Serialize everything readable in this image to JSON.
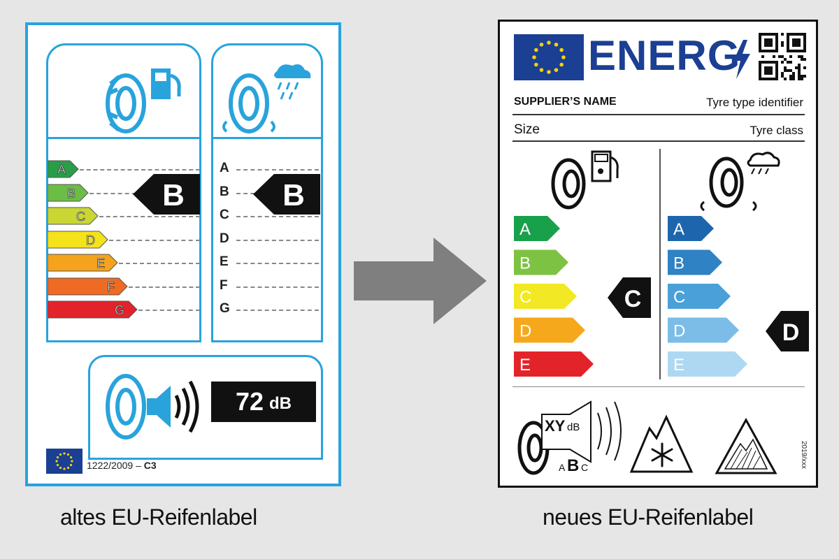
{
  "old_label": {
    "fuel_classes": [
      "A",
      "B",
      "C",
      "D",
      "E",
      "F",
      "G"
    ],
    "fuel_class_colors": [
      "#2a9d48",
      "#6cbd45",
      "#c9d634",
      "#f4e31b",
      "#f5a31c",
      "#ef6a22",
      "#e2232b"
    ],
    "fuel_rating": "B",
    "wet_classes": [
      "A",
      "B",
      "C",
      "D",
      "E",
      "F",
      "G"
    ],
    "wet_rating": "B",
    "noise_value": "72",
    "noise_unit": "dB",
    "regulation": "1222/2009 –",
    "tyre_class": "C3",
    "border_color": "#29a3dc",
    "icons": [
      "fuel-tyre-icon",
      "wet-grip-tyre-icon",
      "noise-tyre-icon",
      "eu-flag-icon"
    ]
  },
  "old_caption": "altes EU-Reifenlabel",
  "arrow_color": "#7f7f7f",
  "new_label": {
    "energy_title": "ENERG",
    "supplier": "SUPPLIER’S NAME",
    "type_id": "Tyre type identifier",
    "size": "Size",
    "tyre_class": "Tyre class",
    "fuel_classes": [
      "A",
      "B",
      "C",
      "D",
      "E"
    ],
    "fuel_class_colors": [
      "#19a04b",
      "#7dc242",
      "#f2e823",
      "#f6a81d",
      "#e3232a"
    ],
    "fuel_rating": "C",
    "wet_classes": [
      "A",
      "B",
      "C",
      "D",
      "E"
    ],
    "wet_class_colors": [
      "#1d66ae",
      "#2f82c3",
      "#4aa0d8",
      "#7bbde6",
      "#aed8f2"
    ],
    "wet_rating": "D",
    "noise_xy": "XY",
    "noise_unit": "dB",
    "noise_class_a": "A",
    "noise_class_b": "B",
    "noise_class_c": "C",
    "regulation": "2019/xxx",
    "icons": [
      "eu-flag-icon",
      "lightning-icon",
      "qr-code-icon",
      "fuel-tyre-icon",
      "wet-grip-tyre-icon",
      "noise-tyre-icon",
      "snow-mountain-icon",
      "ice-mountain-icon"
    ]
  },
  "new_caption": "neues EU-Reifenlabel"
}
